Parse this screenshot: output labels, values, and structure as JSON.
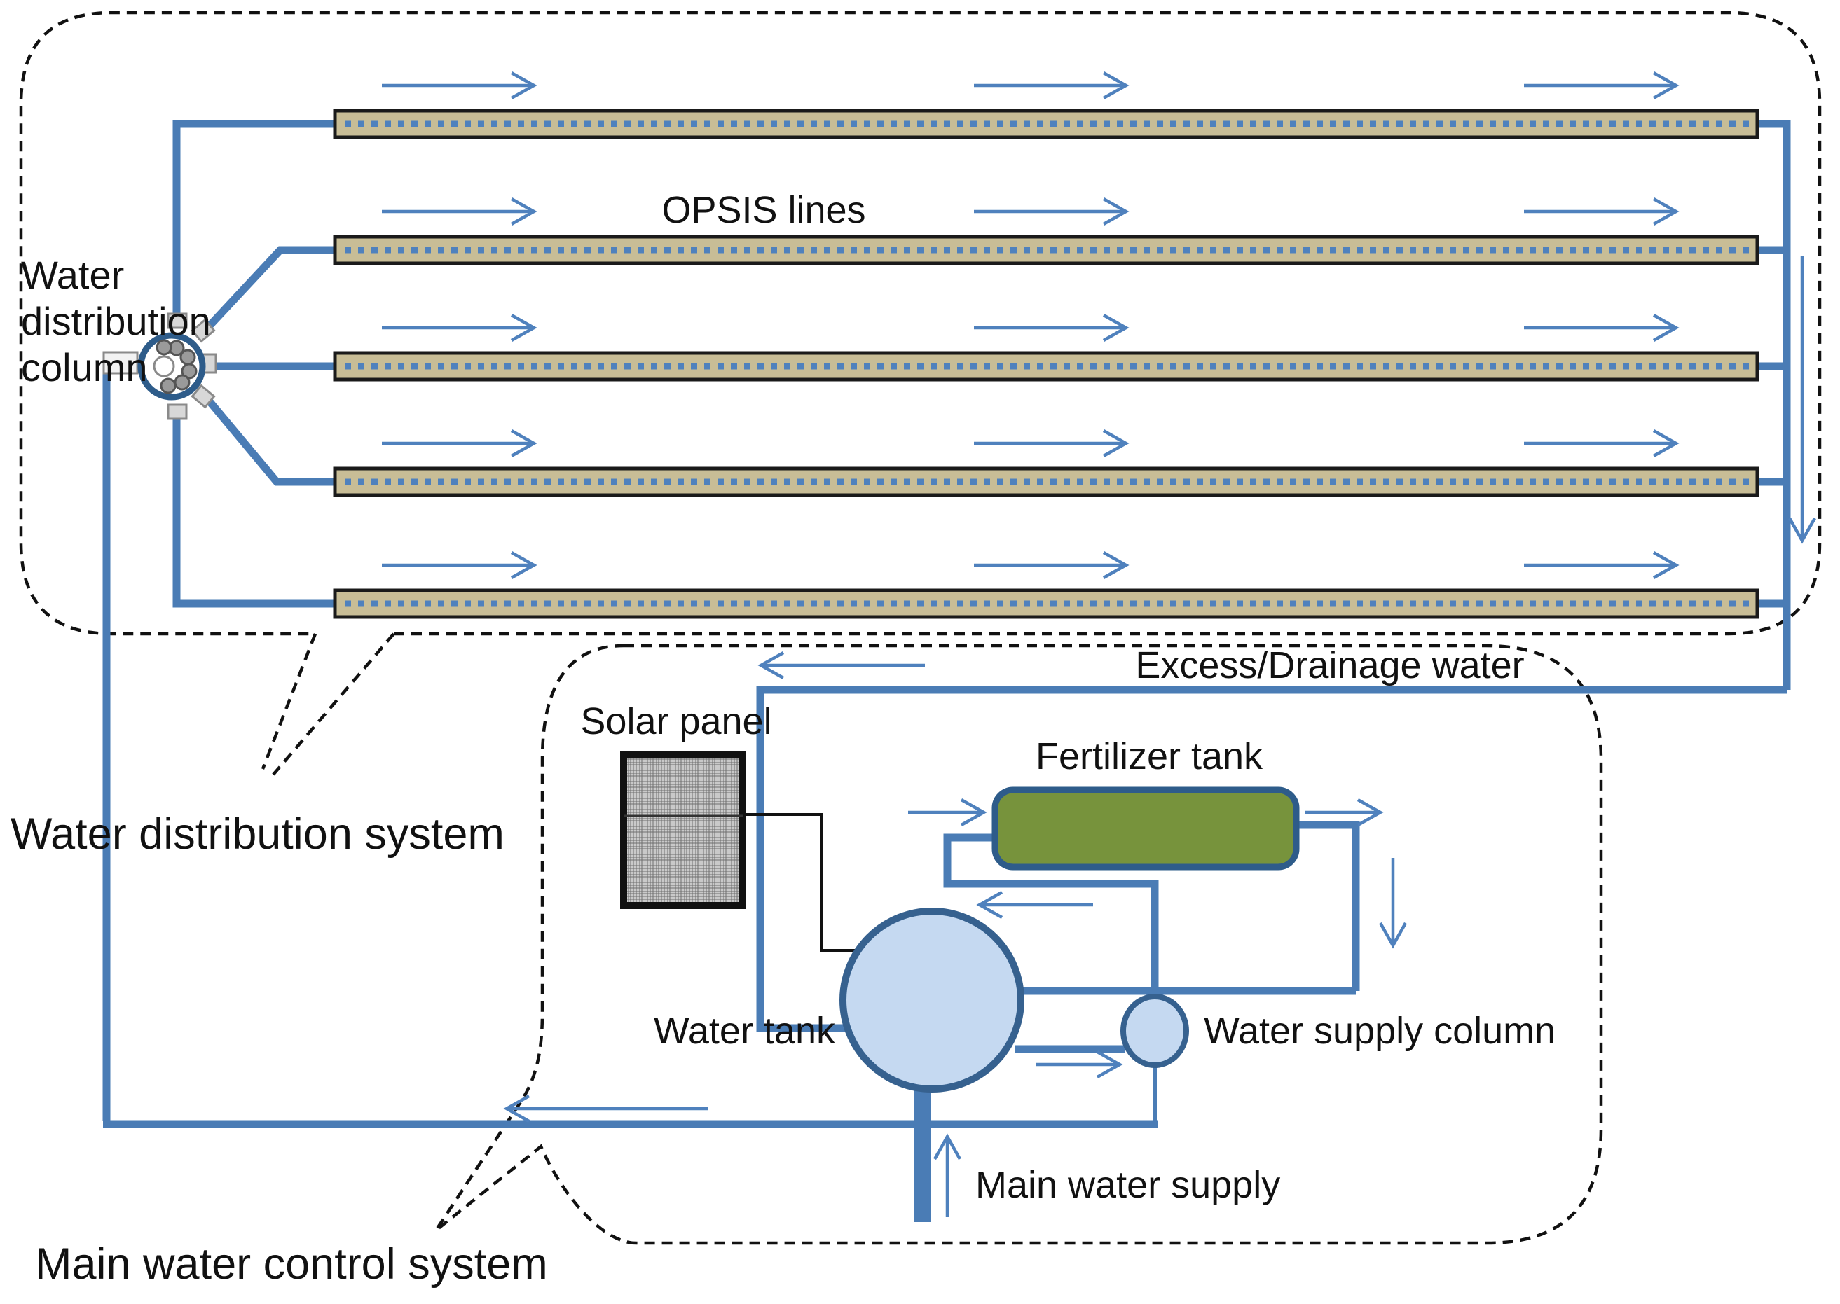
{
  "title": "Greenhouse water distribution and control system diagram",
  "systems": {
    "water_distribution_system": {
      "label": "Water distribution system"
    },
    "main_water_control_system": {
      "label": "Main water control system"
    }
  },
  "components": {
    "water_distribution_column": {
      "label_lines": [
        "Water",
        "distribution",
        "column"
      ]
    },
    "opsis_lines": {
      "label": "OPSIS lines",
      "count": 5
    },
    "excess_drainage": {
      "label": "Excess/Drainage water"
    },
    "solar_panel": {
      "label": "Solar panel"
    },
    "fertilizer_tank": {
      "label": "Fertilizer tank"
    },
    "water_tank": {
      "label": "Water tank"
    },
    "water_supply_column": {
      "label": "Water supply column"
    },
    "main_water_supply": {
      "label": "Main water supply"
    }
  },
  "flow": {
    "direction_in_opsis_lines": "left-to-right",
    "arrows_per_opsis_line": 3,
    "return_flow": "right collector down to control system, back left to water tank"
  },
  "colors": {
    "pipe_blue": "#4a7cb5",
    "arrow_blue": "#4f81bd",
    "opsis_bar_fill": "#c8bd96",
    "opsis_bar_border": "#1a1a1a",
    "fertilizer_green": "#77933c",
    "fertilizer_border": "#2e5c8a",
    "tank_fill": "#c5d9f1",
    "tank_stroke": "#36618f",
    "dashed_border": "#111111",
    "solar_fill": "#c4c4c4"
  }
}
